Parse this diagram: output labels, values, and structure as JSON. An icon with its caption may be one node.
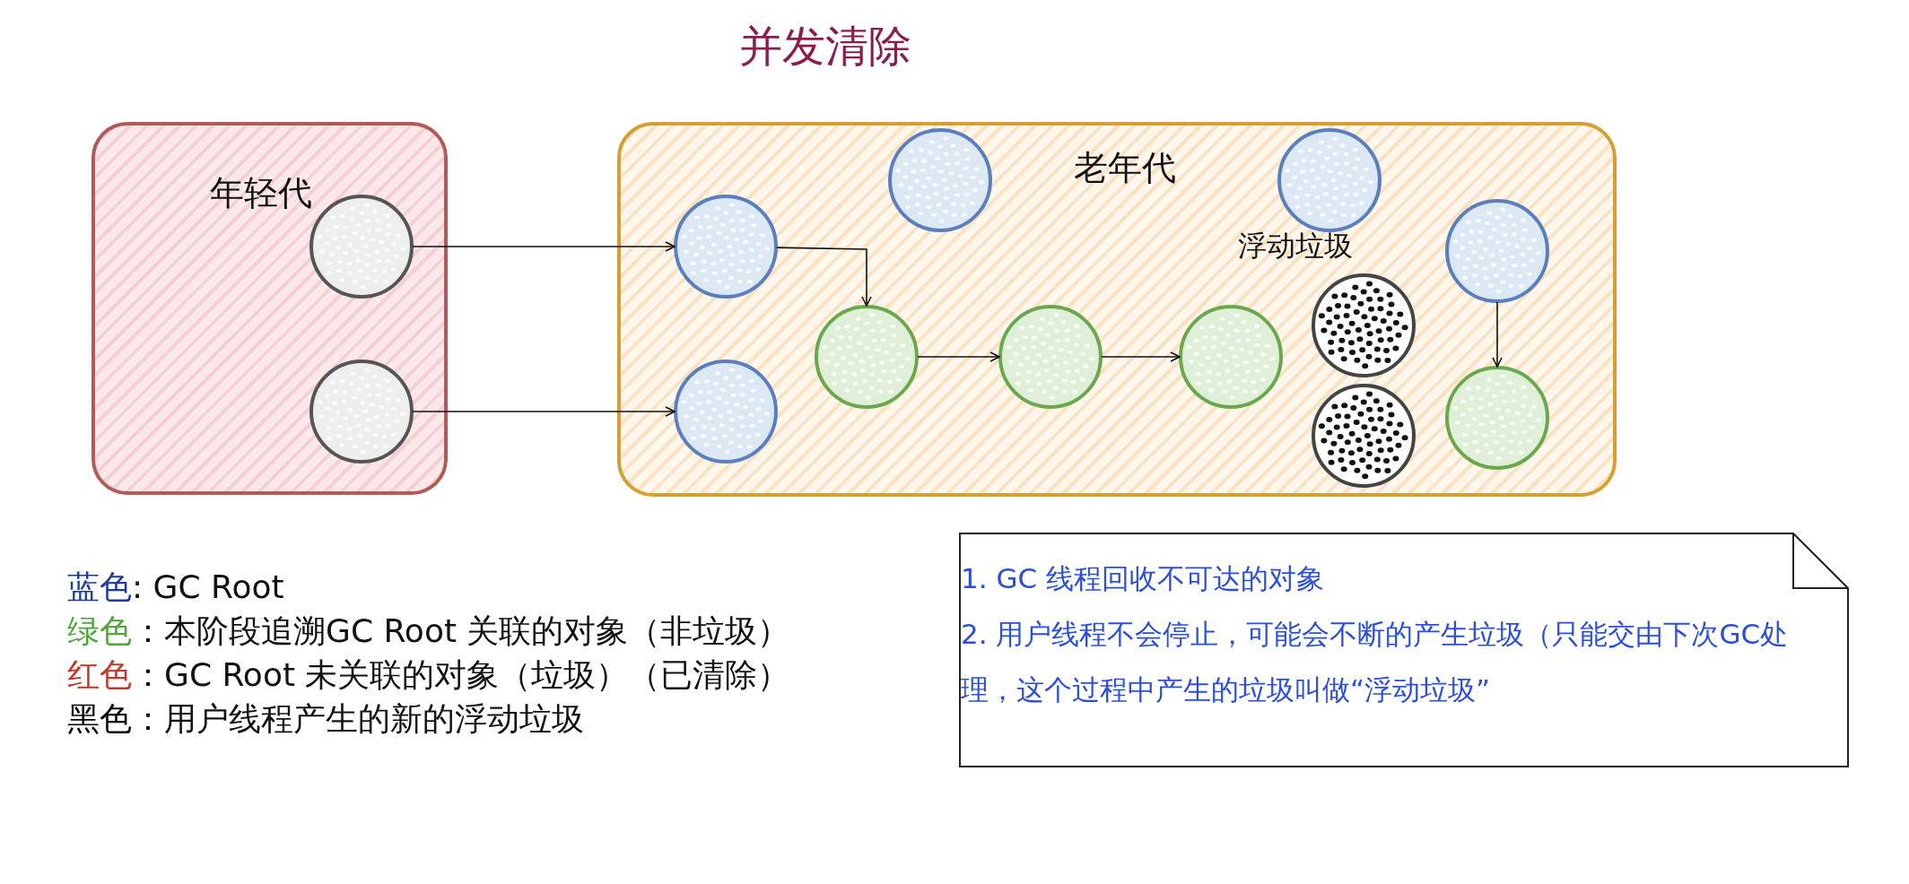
{
  "diagram": {
    "title": "并发清除",
    "nodes": [
      {
        "text": [
          "年轻代"
        ]
      },
      {
        "text": [
          "老年代"
        ]
      },
      {
        "text": [],
        "shape": "circle",
        "in": 0
      },
      {
        "text": [],
        "shape": "circle",
        "in": 0
      },
      {
        "text": [],
        "shape": "circle",
        "in": 1
      },
      {
        "text": [],
        "shape": "circle",
        "in": 1
      },
      {
        "text": [],
        "shape": "circle",
        "in": 1
      },
      {
        "text": [],
        "shape": "circle",
        "in": 1
      },
      {
        "text": [],
        "shape": "circle",
        "in": 1
      },
      {
        "text": [],
        "shape": "circle",
        "in": 1
      },
      {
        "text": [],
        "shape": "circle",
        "in": 1
      },
      {
        "text": [],
        "shape": "circle",
        "in": 1
      },
      {
        "text": [],
        "shape": "circle",
        "in": 1
      },
      {
        "text": [],
        "shape": "circle",
        "in": 1,
        "beside": [
          "浮动垃圾"
        ]
      },
      {
        "text": [],
        "shape": "circle",
        "in": 1
      },
      {
        "text": [
          "1. GC 线程回收不可达的对象",
          "2. 用户线程不会停止，可能会不断的产生垃圾（只能交由下次GC处理，这个过程中产生的垃圾叫做“浮动垃圾”"
        ]
      }
    ],
    "edges": [
      {
        "from": 2,
        "to": 4,
        "arrow": "to"
      },
      {
        "from": 3,
        "to": 5,
        "arrow": "to"
      },
      {
        "from": 4,
        "to": 9,
        "arrow": "to"
      },
      {
        "from": 9,
        "to": 10,
        "arrow": "to"
      },
      {
        "from": 10,
        "to": 11,
        "arrow": "to"
      },
      {
        "from": 8,
        "to": 12,
        "arrow": "to"
      }
    ],
    "legend": [
      {
        "text": "蓝色: GC Root",
        "color": "#1c3aa0"
      },
      {
        "text": "绿色：本阶段追溯GC Root 关联的对象（非垃圾）",
        "color": "#4ea53a"
      },
      {
        "text": "红色：GC Root 未关联的对象（垃圾）（已清除）",
        "color": "#c0392b"
      },
      {
        "text": "黑色：用户线程产生的新的浮动垃圾",
        "color": "#000000"
      }
    ]
  }
}
